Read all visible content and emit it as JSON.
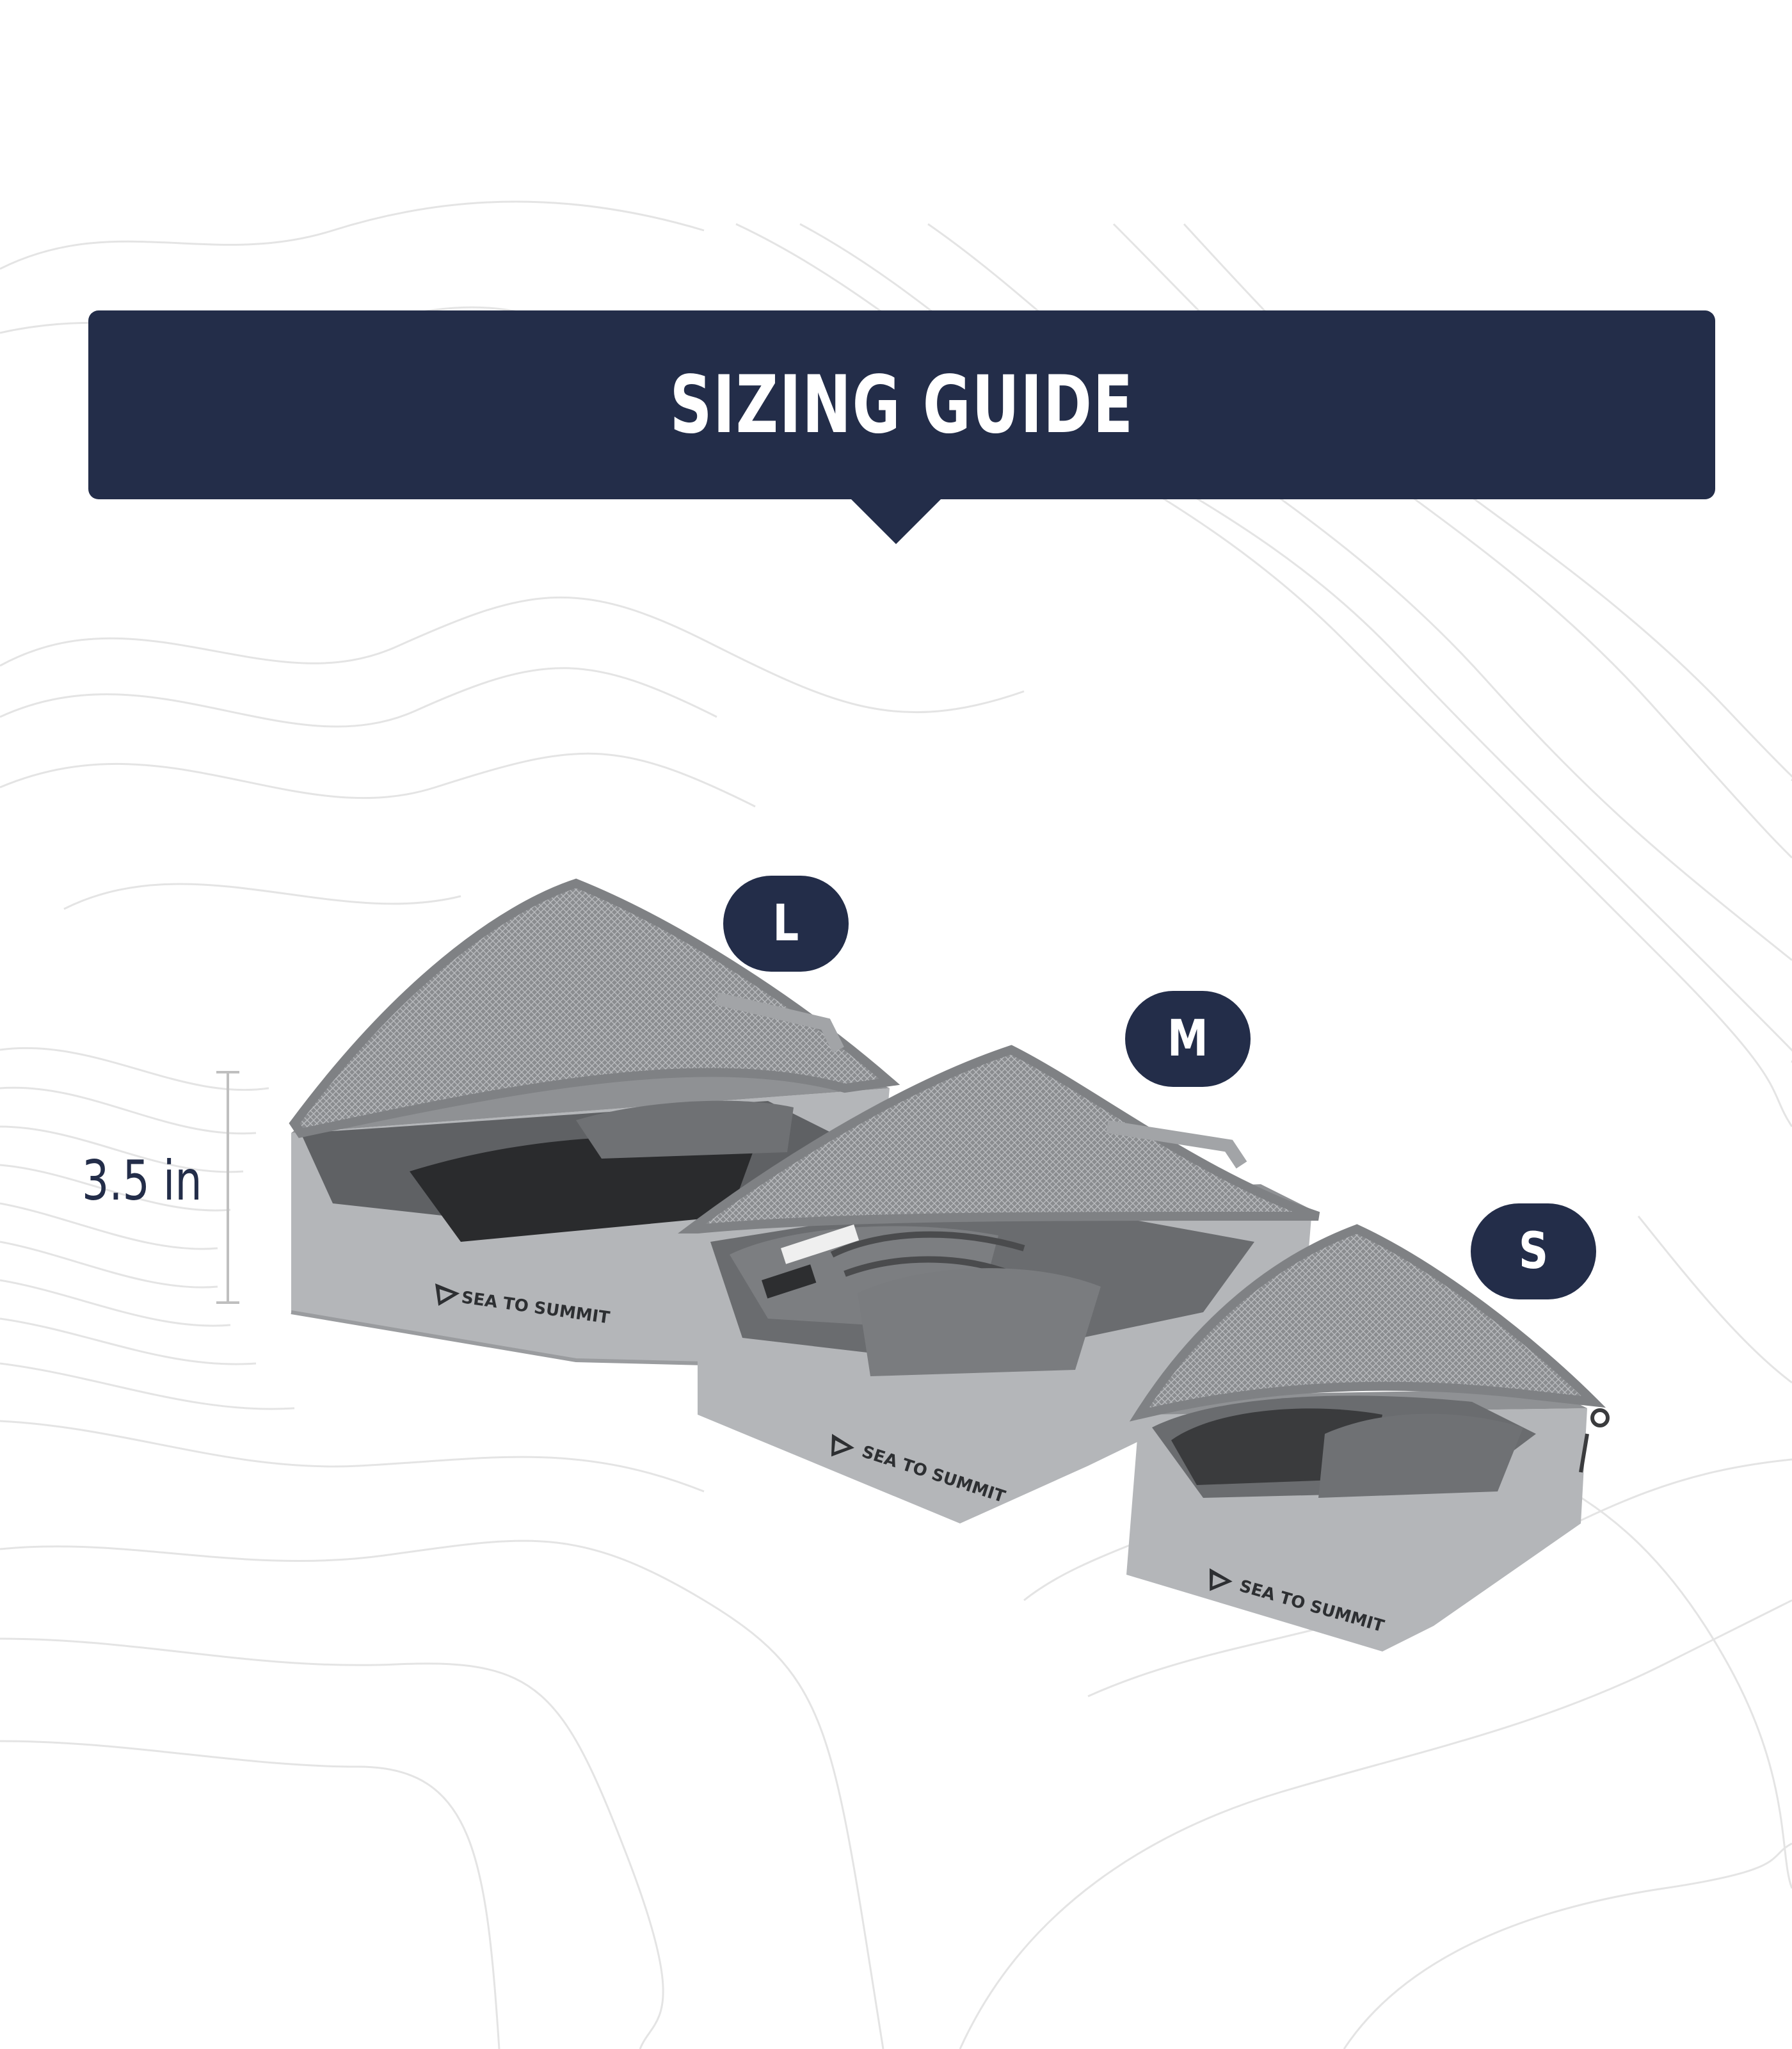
{
  "banner": {
    "title": "SIZING GUIDE"
  },
  "dimension": {
    "height_label": "3.5 in"
  },
  "sizes": [
    {
      "label": "L"
    },
    {
      "label": "M"
    },
    {
      "label": "S"
    }
  ],
  "brand": {
    "logo_text": "SEA TO SUMMIT"
  },
  "colors": {
    "navy": "#232d49",
    "cube_gray": "#b4b6b9",
    "mesh_gray": "#7f8184",
    "topo_line": "#e4e4e4"
  },
  "icons": {
    "brand_logo": "sea-to-summit-logo-icon"
  }
}
